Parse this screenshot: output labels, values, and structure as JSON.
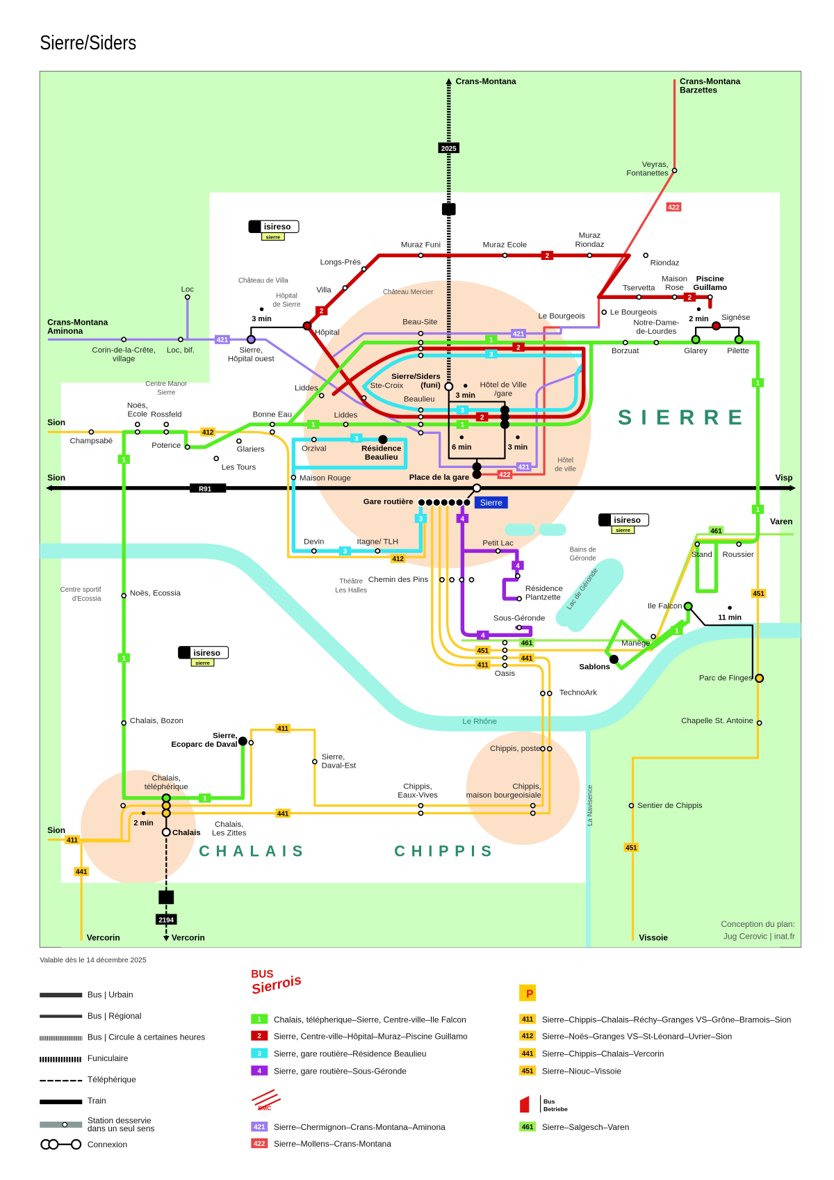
{
  "title": "Sierre/Siders",
  "valid_from": "Valable dès le 14 décembre 2025",
  "credits": [
    "Conception du plan:",
    "Jug Cerovic | inat.fr"
  ],
  "colors": {
    "background_green": "#ccffc0",
    "urban_white": "#ffffff",
    "center_peach": "#fde0c8",
    "river": "#a0f5e6",
    "line1": "#55ee22",
    "line2": "#cc0000",
    "line3": "#33e6f0",
    "line4": "#9922dd",
    "line421": "#9b7cf0",
    "line422": "#ee4444",
    "postbus": "#ffcc22",
    "line461": "#99ee55",
    "region_label": "#2a8a6e",
    "train": "#000000"
  },
  "regions": {
    "sierre": "SIERRE",
    "chalais": "CHALAIS",
    "chippis": "CHIPPIS",
    "river": "Le Rhône",
    "navisence": "La Navisence",
    "lake": "Lac de Géronde"
  },
  "destinations": [
    [
      "Crans-Montana"
    ],
    [
      "Crans-Montana",
      "Barzettes"
    ],
    [
      "Crans-Montana",
      "Aminona"
    ],
    [
      "Sion"
    ],
    [
      "Sion"
    ],
    [
      "Sion"
    ],
    [
      "Visp"
    ],
    [
      "Varen"
    ],
    [
      "Vercorin"
    ],
    [
      "Vercorin"
    ],
    [
      "Vissoie"
    ]
  ],
  "stops": [
    [
      "Muraz Funi"
    ],
    [
      "Muraz Ecole"
    ],
    [
      "Muraz",
      "Riondaz"
    ],
    [
      "Longs-Prés"
    ],
    [
      "Villa"
    ],
    [
      "Hôpital"
    ],
    [
      "Sierre,",
      "Hôpital ouest"
    ],
    [
      "Loc"
    ],
    [
      "Corin-de-la-Crête,",
      "village"
    ],
    [
      "Loc, bif."
    ],
    [
      "Beau-Site"
    ],
    [
      "Le Bourgeois"
    ],
    [
      "Riondaz"
    ],
    [
      "Tservetta"
    ],
    [
      "Maison",
      "Rose"
    ],
    [
      "Piscine",
      "Guillamo"
    ],
    [
      "Le Bourgeois"
    ],
    [
      "Notre-Dame-",
      "de-Lourdes"
    ],
    [
      "Signèse"
    ],
    [
      "Borzuat"
    ],
    [
      "Glarey"
    ],
    [
      "Pilette"
    ],
    [
      "Veyras,",
      "Fontanettes"
    ],
    [
      "Sierre/Siders",
      "(funi)"
    ],
    [
      "Ste-Croix"
    ],
    [
      "Hôtel de Ville",
      "/gare"
    ],
    [
      "Beaulieu"
    ],
    [
      "Liddes"
    ],
    [
      "Liddes"
    ],
    [
      "Bonne Eau"
    ],
    [
      "Noës,",
      "Ecole"
    ],
    [
      "Rossfeld"
    ],
    [
      "Champsabé"
    ],
    [
      "Potence"
    ],
    [
      "Glariers"
    ],
    [
      "Les Tours"
    ],
    [
      "Orzival"
    ],
    [
      "Résidence",
      "Beaulieu"
    ],
    [
      "Maison Rouge"
    ],
    [
      "Place de la gare"
    ],
    [
      "Gare routière"
    ],
    [
      "Devin"
    ],
    [
      "Itagne/ TLH"
    ],
    [
      "Chemin des Pins"
    ],
    [
      "Petit Lac"
    ],
    [
      "Résidence",
      "Plantzette"
    ],
    [
      "Sous-Géronde"
    ],
    [
      "Oasis"
    ],
    [
      "TechnoArk"
    ],
    [
      "Stand"
    ],
    [
      "Roussier"
    ],
    [
      "Ile Falcon"
    ],
    [
      "Manège"
    ],
    [
      "Sablons"
    ],
    [
      "Parc de Finges"
    ],
    [
      "Chapelle St. Antoine"
    ],
    [
      "Noës, Ecossia"
    ],
    [
      "Chalais, Bozon"
    ],
    [
      "Sierre,",
      "Ecoparc de Daval"
    ],
    [
      "Sierre,",
      "Daval-Est"
    ],
    [
      "Chippis, poste"
    ],
    [
      "Chippis,",
      "Eaux-Vives"
    ],
    [
      "Chippis,",
      "maison bourgeoisiale"
    ],
    [
      "Chalais,",
      "téléphérique"
    ],
    [
      "Chalais,",
      "Les Zittes"
    ],
    [
      "Chalais"
    ],
    [
      "Sentier de Chippis"
    ]
  ],
  "station_badge": "Sierre",
  "funicular_year": "2025",
  "cable_car_altitude": "2194",
  "walk_times": [
    "3 min",
    "3 min",
    "6 min",
    "3 min",
    "2 min",
    "11 min",
    "2 min"
  ],
  "pois": [
    [
      "Château de Villa"
    ],
    [
      "Château Mercier"
    ],
    [
      "Hôpital",
      "de Sierre"
    ],
    [
      "Centre Manor",
      "Sierre"
    ],
    [
      "Hôtel",
      "de ville"
    ],
    [
      "Bains de",
      "Géronde"
    ],
    [
      "Théâtre",
      "Les Halles"
    ],
    [
      "Centre sportif",
      "d'Ecossia"
    ]
  ],
  "road": "R91",
  "logos": {
    "isireso": "isireso",
    "isireso_sub": "sierre",
    "bus_sierrois": [
      "BUS",
      "Sierrois"
    ],
    "smc": "SMC",
    "postauto": "P",
    "leuk": [
      "Bus",
      "Betriebe"
    ]
  },
  "legend": {
    "modes": [
      "Bus | Urbain",
      "Bus | Régional",
      "Bus | Circule à certaines heures",
      "Funiculaire",
      "Téléphérique",
      "Train",
      "Station desservie dans un seul sens",
      "Connexion"
    ],
    "modes_station_lines": [
      "Station desservie",
      "dans un seul sens"
    ],
    "lines": [
      {
        "id": "1",
        "route": "Chalais, télépherique–Sierre, Centre-ville–Ile Falcon",
        "color": "#55ee22",
        "text": "#ffffff"
      },
      {
        "id": "2",
        "route": "Sierre, Centre-ville–Hôpital–Muraz–Piscine Guillamo",
        "color": "#cc0000",
        "text": "#ffffff"
      },
      {
        "id": "3",
        "route": "Sierre, gare routière–Résidence Beaulieu",
        "color": "#33e6f0",
        "text": "#ffffff"
      },
      {
        "id": "4",
        "route": "Sierre, gare routière–Sous-Géronde",
        "color": "#9922dd",
        "text": "#ffffff"
      },
      {
        "id": "411",
        "route": "Sierre–Chippis–Chalais–Réchy–Granges VS–Grône–Bramois–Sion",
        "color": "#ffcc22",
        "text": "#000000"
      },
      {
        "id": "412",
        "route": "Sierre–Noës–Granges VS–St-Léonard–Uvrier–Sion",
        "color": "#ffcc22",
        "text": "#000000"
      },
      {
        "id": "441",
        "route": "Sierre–Chippis–Chalais–Vercorin",
        "color": "#ffcc22",
        "text": "#000000"
      },
      {
        "id": "451",
        "route": "Sierre–Niouc–Vissoie",
        "color": "#ffcc22",
        "text": "#000000"
      },
      {
        "id": "421",
        "route": "Sierre–Chermignon–Crans-Montana–Aminona",
        "color": "#9b7cf0",
        "text": "#ffffff"
      },
      {
        "id": "422",
        "route": "Sierre–Mollens–Crans-Montana",
        "color": "#ee4444",
        "text": "#ffffff"
      },
      {
        "id": "461",
        "route": "Sierre–Salgesch–Varen",
        "color": "#99ee55",
        "text": "#000000"
      }
    ]
  }
}
